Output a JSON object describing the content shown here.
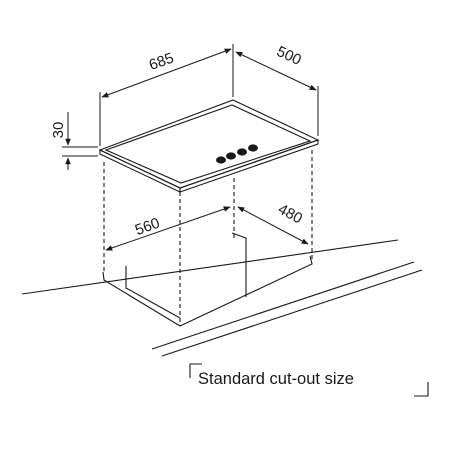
{
  "dimensions": {
    "hob_width": "685",
    "hob_depth": "500",
    "hob_height": "30",
    "cutout_width": "560",
    "cutout_depth": "480"
  },
  "caption": "Standard cut-out size"
}
